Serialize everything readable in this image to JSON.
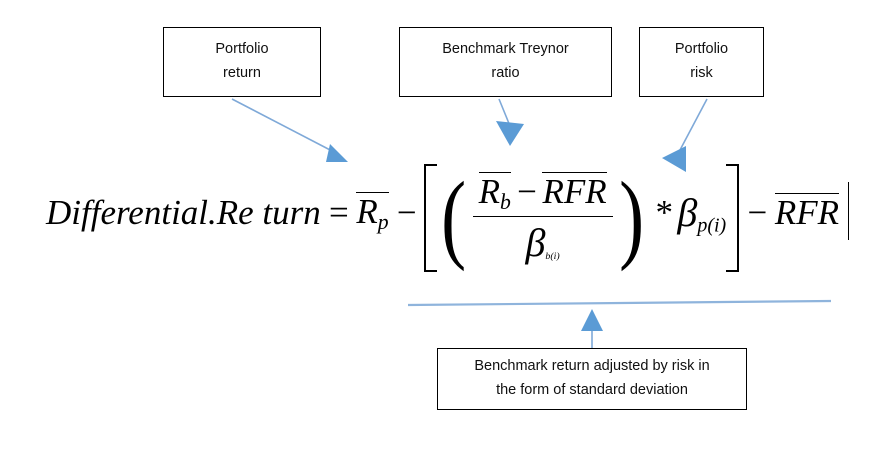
{
  "figure": {
    "title_text": "Differential Return formula annotated diagram",
    "accent_color": "#5b9bd5",
    "line_color": "#8fb4dc",
    "border_color": "#000000",
    "background": "#ffffff"
  },
  "callouts": [
    {
      "id": "portfolio-return",
      "line1": "Portfolio",
      "line2": "return"
    },
    {
      "id": "benchmark-treynor",
      "line1": "Benchmark Treynor",
      "line2": "ratio"
    },
    {
      "id": "portfolio-risk",
      "line1": "Portfolio",
      "line2": "risk"
    },
    {
      "id": "benchmark-adjusted",
      "line1": "Benchmark return adjusted by risk in",
      "line2": "the form of standard deviation"
    }
  ],
  "formula": {
    "lhs": "Differential.Re turn",
    "equals": "=",
    "portfolio_return": {
      "base": "R",
      "sub": "p",
      "overline": true
    },
    "minus_1": "−",
    "numerator": {
      "benchmark_return": {
        "base": "R",
        "sub": "b",
        "overline": true
      },
      "minus": "−",
      "risk_free_rate": {
        "base": "RFR",
        "overline": true
      }
    },
    "denominator": {
      "base": "β",
      "sub": "b(i)"
    },
    "times": "*",
    "portfolio_beta": {
      "base": "β",
      "sub": "p(i)"
    },
    "minus_2": "−",
    "risk_free_rate_2": {
      "base": "RFR",
      "overline": true
    },
    "open_bracket": "[",
    "close_bracket": "]",
    "open_paren": "(",
    "close_paren": ")",
    "text_cursor": "|"
  },
  "annotations": {
    "arrow_portfolio_return": "arrow-diagonal-down-right",
    "arrow_benchmark_treynor": "arrow-down",
    "arrow_portfolio_risk": "arrow-down-left",
    "arrow_benchmark_adjusted": "arrow-up",
    "underline_rule": "horizontal-rule-under-bracketed-term"
  }
}
